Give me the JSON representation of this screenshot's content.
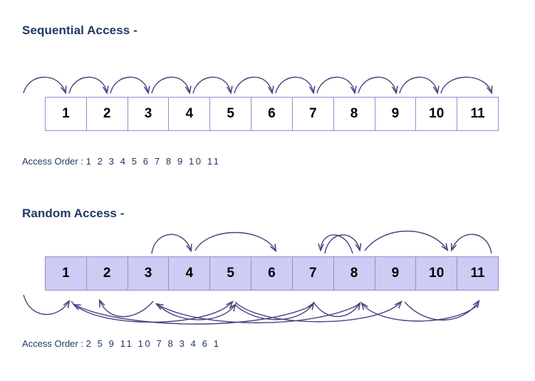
{
  "sections": [
    {
      "id": "sequential",
      "title": "Sequential Access -",
      "cells": [
        "1",
        "2",
        "3",
        "4",
        "5",
        "6",
        "7",
        "8",
        "9",
        "10",
        "11"
      ],
      "order_label": "Access Order : ",
      "order_values": "1  2  3  4  5  6  7  8  9  10  11",
      "cell_fill": "#ffffff",
      "cell_border": "#8f8fcf"
    },
    {
      "id": "random",
      "title": "Random Access -",
      "cells": [
        "1",
        "2",
        "3",
        "4",
        "5",
        "6",
        "7",
        "8",
        "9",
        "10",
        "11"
      ],
      "order_label": "Access Order : ",
      "order_values": "2  5  9  11  10  7  8  3  4  6  1",
      "cell_fill": "#ccccf5",
      "cell_border": "#8f8fcf"
    }
  ],
  "colors": {
    "title": "#1f3864",
    "arrow": "#45457f",
    "text": "#000000",
    "background": "#ffffff"
  },
  "chart_data": {
    "type": "diagram",
    "title": "Sequential Access vs Random Access",
    "sequential_access_order": [
      1,
      2,
      3,
      4,
      5,
      6,
      7,
      8,
      9,
      10,
      11
    ],
    "random_access_order": [
      2,
      5,
      9,
      11,
      10,
      7,
      8,
      3,
      4,
      6,
      1
    ],
    "array_size": 11,
    "sequential_arrows": [
      {
        "from": 0,
        "to": 1
      },
      {
        "from": 1,
        "to": 2
      },
      {
        "from": 2,
        "to": 3
      },
      {
        "from": 3,
        "to": 4
      },
      {
        "from": 4,
        "to": 5
      },
      {
        "from": 5,
        "to": 6
      },
      {
        "from": 6,
        "to": 7
      },
      {
        "from": 7,
        "to": 8
      },
      {
        "from": 8,
        "to": 9
      },
      {
        "from": 9,
        "to": 10
      },
      {
        "from": 10,
        "to": 11
      }
    ],
    "random_arrows_above": [
      {
        "from": 3,
        "to": 5
      },
      {
        "from": 5,
        "to": 9
      },
      {
        "from": 9,
        "to": 7
      },
      {
        "from": 7,
        "to": 8
      },
      {
        "from": 8,
        "to": 11
      },
      {
        "from": 11,
        "to": 10
      }
    ],
    "random_arrows_below": [
      {
        "from": 1,
        "to": 2
      },
      {
        "from": 2,
        "to": 5
      },
      {
        "from": 5,
        "to": 9
      },
      {
        "from": 9,
        "to": 11
      },
      {
        "from": 11,
        "to": 10
      },
      {
        "from": 10,
        "to": 7
      },
      {
        "from": 7,
        "to": 8
      },
      {
        "from": 8,
        "to": 3
      },
      {
        "from": 3,
        "to": 4
      },
      {
        "from": 4,
        "to": 6
      },
      {
        "from": 6,
        "to": 1
      }
    ]
  }
}
